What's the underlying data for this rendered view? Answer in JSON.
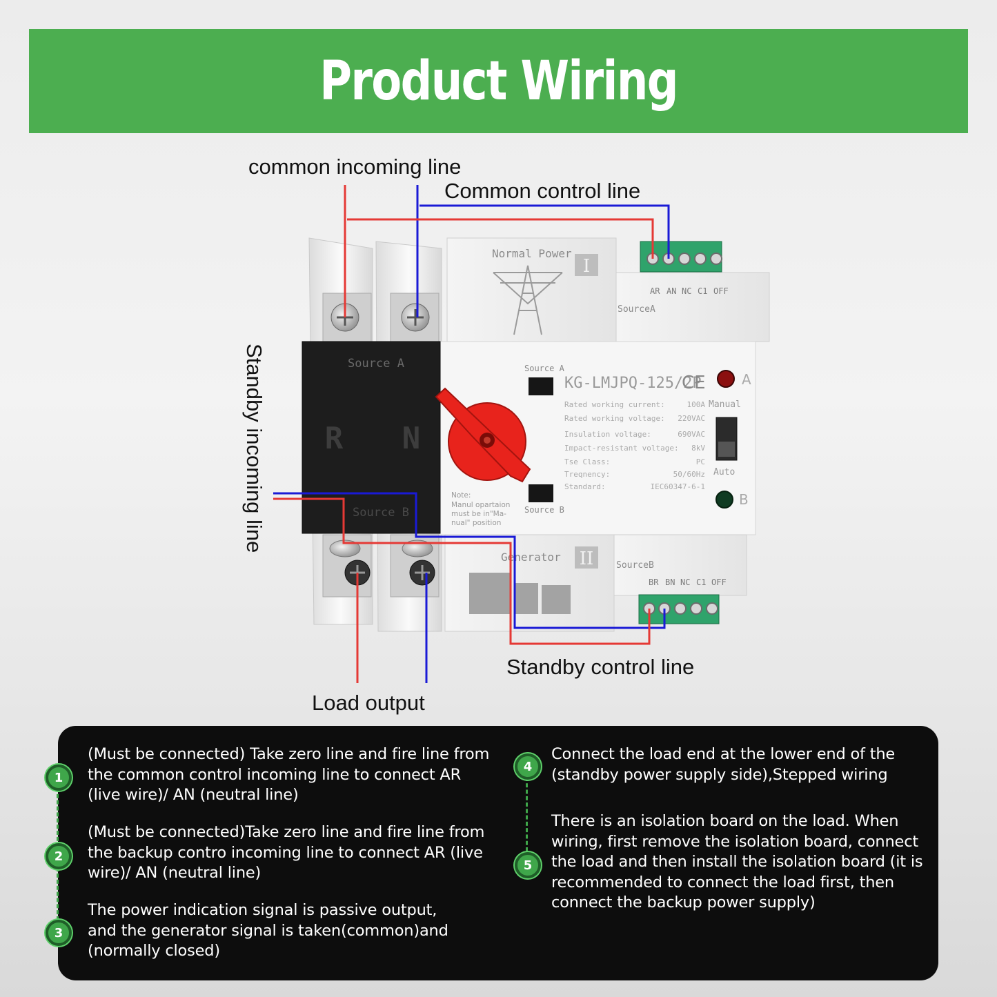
{
  "header": {
    "title": "Product Wiring"
  },
  "labels": {
    "common_incoming": "common incoming line",
    "common_control": "Common control line",
    "standby_incoming": "Standby incoming line",
    "standby_control": "Standby control line",
    "load_output": "Load output"
  },
  "device": {
    "normal_power": "Normal Power",
    "roman_one": "I",
    "roman_two": "II",
    "source_a_upper": "SourceA",
    "source_b_lower": "SourceB",
    "terminals_top": [
      "AR",
      "AN",
      "NC",
      "C1",
      "OFF"
    ],
    "terminals_bottom": [
      "BR",
      "BN",
      "NC",
      "C1",
      "OFF"
    ],
    "source_a_block": "Source A",
    "source_b_block": "Source B",
    "pole_r": "R",
    "pole_n": "N",
    "window_source_a": "Source A",
    "window_source_b": "Source B",
    "model": "KG-LMJPQ-125/2P",
    "ce": "CE",
    "indicator_a": "A",
    "indicator_b": "B",
    "manual": "Manual",
    "auto": "Auto",
    "generator": "Generator",
    "specs": [
      {
        "label": "Rated working current:",
        "value": "100A"
      },
      {
        "label": "Rated working voltage:",
        "value": "220VAC"
      },
      {
        "label": "Insulation voltage:",
        "value": "690VAC"
      },
      {
        "label": "Impact-resistant voltage:",
        "value": "8kV"
      },
      {
        "label": "Tse Class:",
        "value": "PC"
      },
      {
        "label": "Treqnency:",
        "value": "50/60Hz"
      },
      {
        "label": "Standard:",
        "value": "IEC60347-6-1"
      }
    ],
    "note": [
      "Note:",
      "Manul opartaion",
      "must be in\"Ma-",
      "nual\" position"
    ]
  },
  "steps": [
    {
      "num": "1",
      "lines": [
        "(Must be connected) Take zero line and fire line from",
        "the common control incoming line to connect AR",
        "(live wire)/ AN (neutral line)"
      ]
    },
    {
      "num": "2",
      "lines": [
        "(Must be connected)Take zero line and fire line from",
        "the backup contro incoming line to connect AR (live",
        "wire)/ AN (neutral line)"
      ]
    },
    {
      "num": "3",
      "lines": [
        "The power indication signal is passive output,",
        "and the generator signal is taken(common)and",
        "(normally closed)"
      ]
    },
    {
      "num": "4",
      "lines": [
        "Connect the load end at the lower end of the",
        "(standby power supply side),Stepped wiring"
      ]
    },
    {
      "num": "5",
      "lines": [
        "There is an isolation board on the load. When",
        "wiring, first remove the isolation board, connect",
        "the load and then install the isolation board (it is",
        "recommended to connect the load first, then",
        "connect the backup power supply)"
      ]
    }
  ],
  "colors": {
    "banner": "#4cae50",
    "live_wire": "#e53935",
    "neutral_wire": "#1a1ad6",
    "knob": "#e8231c",
    "terminal": "#2fa36b"
  }
}
